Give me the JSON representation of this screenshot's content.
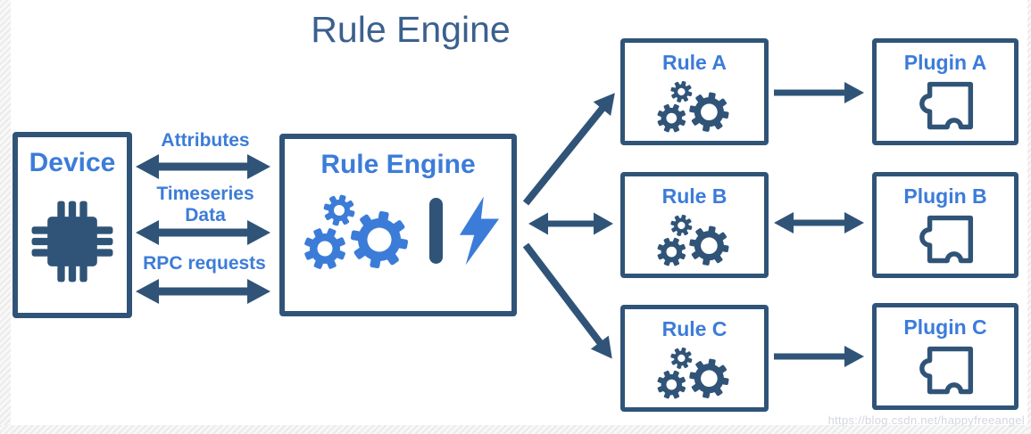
{
  "title": "Rule Engine",
  "device": {
    "label": "Device"
  },
  "engine": {
    "label": "Rule Engine"
  },
  "links": {
    "attributes": "Attributes",
    "timeseries": "Timeseries Data",
    "rpc": "RPC requests"
  },
  "rules": [
    {
      "label": "Rule A"
    },
    {
      "label": "Rule B"
    },
    {
      "label": "Rule C"
    }
  ],
  "plugins": [
    {
      "label": "Plugin A"
    },
    {
      "label": "Plugin B"
    },
    {
      "label": "Plugin C"
    }
  ],
  "watermark": "https://blog.csdn.net/happyfreeangel",
  "colors": {
    "box_border": "#305478",
    "label_blue": "#3c7cd9",
    "title_blue": "#3b608d",
    "watermark_gray": "#d3d7e0"
  }
}
